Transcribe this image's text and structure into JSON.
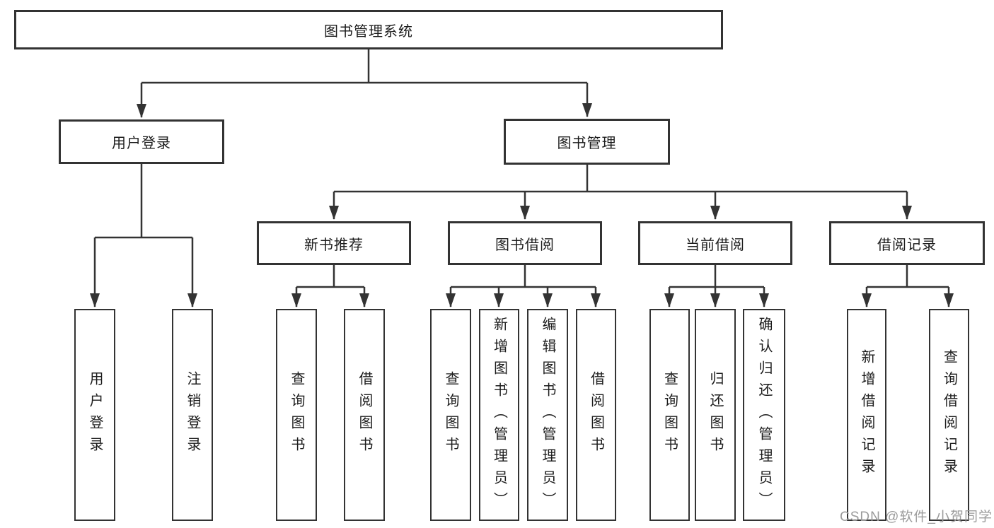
{
  "tree": {
    "root": {
      "label": "图书管理系统",
      "children": [
        {
          "label": "用户登录",
          "children": [
            {
              "label": "用户登录"
            },
            {
              "label": "注销登录"
            }
          ]
        },
        {
          "label": "图书管理",
          "children": [
            {
              "label": "新书推荐",
              "children": [
                {
                  "label": "查询图书"
                },
                {
                  "label": "借阅图书"
                }
              ]
            },
            {
              "label": "图书借阅",
              "children": [
                {
                  "label": "查询图书"
                },
                {
                  "label": "新增图书（管理员）"
                },
                {
                  "label": "编辑图书（管理员）"
                },
                {
                  "label": "借阅图书"
                }
              ]
            },
            {
              "label": "当前借阅",
              "children": [
                {
                  "label": "查询图书"
                },
                {
                  "label": "归还图书"
                },
                {
                  "label": "确认归还（管理员）"
                }
              ]
            },
            {
              "label": "借阅记录",
              "children": [
                {
                  "label": "新增借阅记录"
                },
                {
                  "label": "查询借阅记录"
                }
              ]
            }
          ]
        }
      ]
    }
  },
  "watermark": {
    "text": "CSDN @软件_小贺同学"
  },
  "colors": {
    "line": "#333333",
    "box_border": "#333333",
    "text": "#1c1c1c",
    "watermark": "#9b9b9b",
    "background": "#ffffff"
  }
}
